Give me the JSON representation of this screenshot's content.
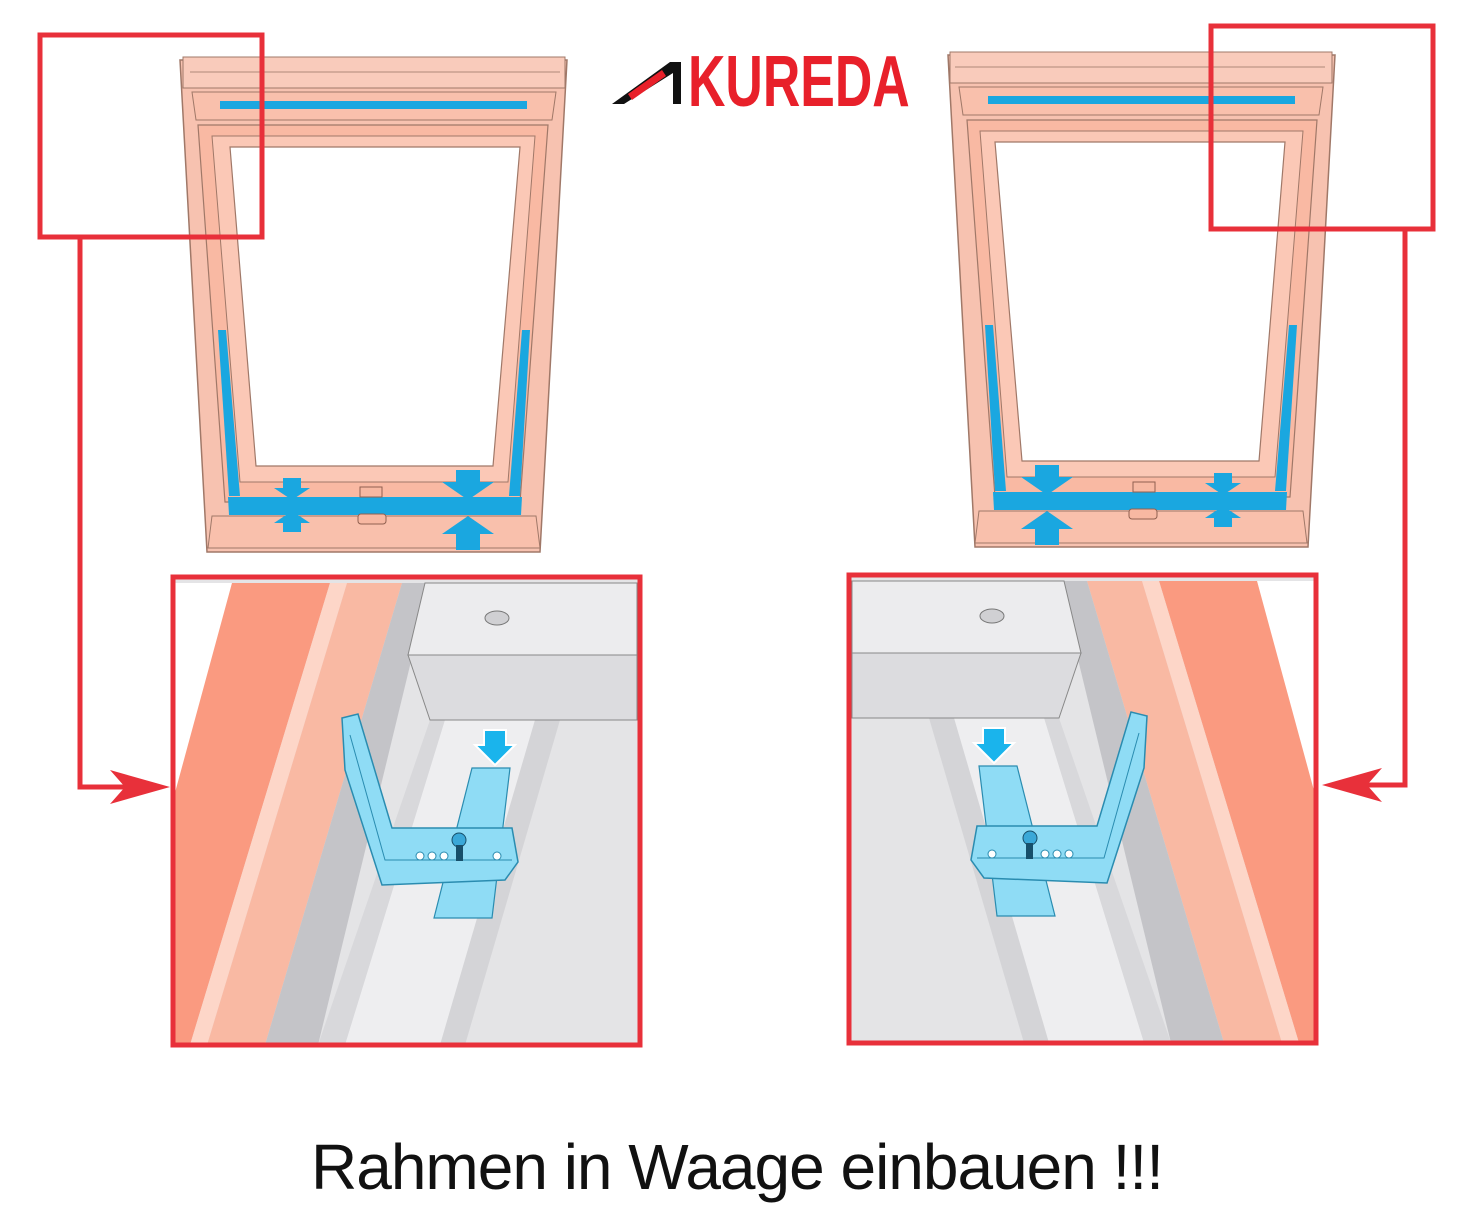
{
  "logo": {
    "text": "KUREDA",
    "color": "#e8202a"
  },
  "caption": "Rahmen in Waage einbauen !!!",
  "colors": {
    "callout": "#e8303a",
    "frame_salmon": "#f7b8a2",
    "frame_dark": "#fa9a80",
    "seal_blue": "#1aa7e0",
    "bracket_blue": "#8fdcf5",
    "floor_gray": "#e4e4e6"
  },
  "icons": [
    "window-frame-left",
    "window-frame-right",
    "arrow-down-icon",
    "arrow-up-icon",
    "mounting-bracket",
    "callout-arrow-icon"
  ]
}
